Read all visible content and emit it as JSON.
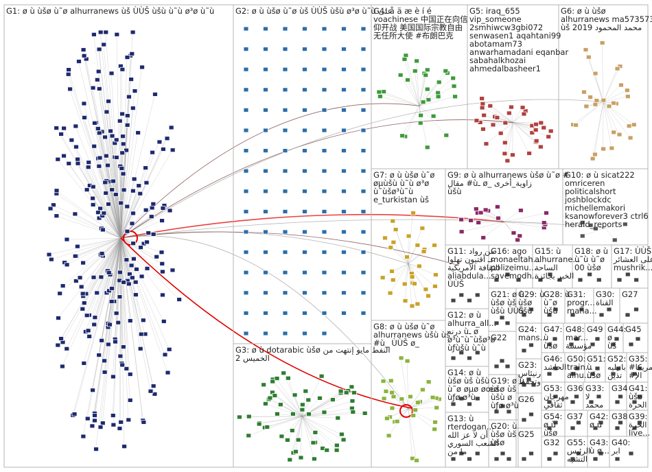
{
  "colors": {
    "background": "#ffffff",
    "panel_border": "#b4b4b4",
    "label_text": "#222222",
    "edge_default": "#9a9a9a",
    "edge_highlight": "#e00000",
    "edge_dark": "#6a2a2a"
  },
  "groups": [
    {
      "id": "G1",
      "label": "G1: ø ù ùšø ù˜ø alhurranews ùš ÙÙŠ ùšù ù˜ù ø³ø ù˜ù",
      "node_color": "#1e2a6e",
      "count": 260
    },
    {
      "id": "G2",
      "label": "G2: ø ù ùšø ù˜ø ùš ÙÙŠ ùšù ø³ø ù˜ù على",
      "node_color": "#2b6ea8",
      "count": 110
    },
    {
      "id": "G3",
      "label": "G3: ø ù dotarabic ùšø النفط مايو إنتهت من",
      "label2": "الخميس 2",
      "node_color": "#2f7d32",
      "count": 60
    },
    {
      "id": "G4",
      "label": "G4: å ä æ è í é",
      "label2": "voachinese 中国正在向信",
      "label3": "仰开战 美国国际宗教自由",
      "label4": "无任所大使 #布朗巴克",
      "node_color": "#3f9a3a",
      "count": 30
    },
    {
      "id": "G5",
      "label": "G5: iraq_655",
      "label2": "vip_someone",
      "label3": "2smhiwcw3gbi072",
      "label4": "senwasen1 aqahtani99",
      "label5": "abotamam73",
      "label6": "anwarhamadani eqanbar",
      "label7": "sabahalkhozai",
      "label8": "ahmedalbasheer1",
      "node_color": "#b0413e",
      "count": 35
    },
    {
      "id": "G6",
      "label": "G6: ø ù ùšø",
      "label2": "alhurranews ma573573",
      "label3": "ùš 2019 محمد المحمود",
      "node_color": "#c8a063",
      "count": 30
    },
    {
      "id": "G7",
      "label": "G7: ø ù ùšø ù˜ø",
      "label2": "øµùšù ù˜ù ø³ø",
      "label3": "ù˜ùšø³ù˜ù",
      "label4": "e_turkistan ùš",
      "node_color": "#c9a227",
      "count": 30
    },
    {
      "id": "G8",
      "label": "G8: ø ù ùšø ù˜ø",
      "label2": "alhurranews ùšù ùš",
      "label3": "#ù_ ÙÙŠ ø_",
      "node_color": "#8ab43c",
      "count": 30
    },
    {
      "id": "G9",
      "label": "G9: ø ù alhurranews ùšø ù˜ø #",
      "label2": "مقال #ùـ ø_ زاوية_أخرى",
      "label3": "ùšù",
      "node_color": "#8a2a66",
      "count": 20
    },
    {
      "id": "G10",
      "label": "G10: ø ù sicat222",
      "label2": "omriceren",
      "label3": "politicalshort",
      "label4": "joshblockdc",
      "label5": "michellemakori",
      "label6": "ksanowforever3 ctrl6",
      "label7": "herald_reports",
      "node_color": "#555555",
      "count": 6
    },
    {
      "id": "G11",
      "label": "G11: من رواد",
      "label2": "عـ أقتيون تهلوا",
      "label3": "الثقافة الأمريكية",
      "label4": "aliabdula...",
      "label5": "ÙÙŠ",
      "node_color": "#444444",
      "count": 4
    },
    {
      "id": "G12",
      "label": "G12: ø ù",
      "label2": "alhurra_all...",
      "label3": "درنه ùـ ø",
      "label4": "ø³ù˜ù˜ùšø³ø",
      "label5": "ùƒùšù ù˜ù",
      "node_color": "#444444",
      "count": 4
    },
    {
      "id": "G13",
      "label": "G13: ù",
      "label2": "rterdogan...",
      "label3": "أن لا عز الله",
      "label4": "الشعب السوري",
      "label5": "ما من",
      "node_color": "#444444",
      "count": 4
    },
    {
      "id": "G14",
      "label": "G14: ø ù",
      "label2": "ùšø ùš ùšù",
      "label3": "ù˜ø øµø øœø",
      "label4": "ùƒø ø³ù",
      "node_color": "#444444",
      "count": 4
    },
    {
      "id": "G15",
      "label": "G15: ù",
      "label2": "alhurrane...",
      "label3": "الساحة",
      "label4": "الخبر بجائزة",
      "node_color": "#444444",
      "count": 3
    },
    {
      "id": "G16",
      "label": "G16: ago",
      "label2": "monaeltah...",
      "label3": "polizeimu...",
      "label4": "savemodh...",
      "node_color": "#444444",
      "count": 3
    },
    {
      "id": "G17",
      "label": "G17: ÙÙŠ من أن",
      "label2": "على العشائر",
      "label3": "mushrik...",
      "node_color": "#444444",
      "count": 3
    },
    {
      "id": "G18",
      "label": "G18: ø ù",
      "label2": "ù˜ù ù˜ø",
      "label3": "00 ùšø",
      "node_color": "#444444",
      "count": 3
    },
    {
      "id": "G19",
      "label": "G19: ø ù",
      "label2": "ùšø ùš",
      "label3": "ùšù ø",
      "label4": "ùƒø ø³ù",
      "node_color": "#444444",
      "count": 3
    },
    {
      "id": "G20",
      "label": "G20: ù",
      "label2": "ùšø ùš",
      "label3": "ùšø",
      "node_color": "#444444",
      "count": 3
    },
    {
      "id": "G21",
      "label": "G21: ø ù",
      "label2": "ùšø ùš",
      "label3": "ùšù ÙÙŠ",
      "node_color": "#444444",
      "count": 3
    },
    {
      "id": "G22",
      "label": "G22",
      "node_color": "#444444",
      "count": 3
    },
    {
      "id": "G23",
      "label": "G23:",
      "label2": "رنيئاس",
      "label3": "وتحفظ",
      "node_color": "#444444",
      "count": 3
    },
    {
      "id": "G24",
      "label": "G24:",
      "label2": "mans...",
      "node_color": "#444444",
      "count": 2
    },
    {
      "id": "G25",
      "label": "G25",
      "node_color": "#444444",
      "count": 2
    },
    {
      "id": "G26",
      "label": "G26",
      "node_color": "#444444",
      "count": 2
    },
    {
      "id": "G27",
      "label": "G27",
      "node_color": "#444444",
      "count": 2
    },
    {
      "id": "G28",
      "label": "G28: ù",
      "label2": "ù˜ø",
      "label3": "ùšù",
      "node_color": "#444444",
      "count": 2
    },
    {
      "id": "G29",
      "label": "G29: ù",
      "label2": "ùšø",
      "label3": "ùšù",
      "node_color": "#444444",
      "count": 2
    },
    {
      "id": "G30",
      "label": "G30:",
      "label2": "القناة",
      "node_color": "#444444",
      "count": 2
    },
    {
      "id": "G31",
      "label": "G31:",
      "label2": "progr...",
      "label3": "mana...",
      "node_color": "#444444",
      "count": 2
    },
    {
      "id": "G32",
      "label": "G32",
      "node_color": "#444444",
      "count": 2
    },
    {
      "id": "G33",
      "label": "G33:",
      "label2": "لا",
      "label3": "محمد",
      "node_color": "#444444",
      "count": 2
    },
    {
      "id": "G34",
      "label": "G34",
      "node_color": "#444444",
      "count": 2
    },
    {
      "id": "G35",
      "label": "G35:",
      "label2": "#أمريكا",
      "label3": "#الإ",
      "node_color": "#444444",
      "count": 2
    },
    {
      "id": "G36",
      "label": "G36",
      "node_color": "#444444",
      "count": 2
    },
    {
      "id": "G37",
      "label": "G37",
      "node_color": "#444444",
      "count": 2
    },
    {
      "id": "G38",
      "label": "G38",
      "node_color": "#444444",
      "count": 2
    },
    {
      "id": "G39",
      "label": "G39:",
      "label2": "الحرة",
      "label3": "live...",
      "node_color": "#444444",
      "count": 2
    },
    {
      "id": "G40",
      "label": "G40:",
      "label2": "ابر",
      "node_color": "#444444",
      "count": 2
    },
    {
      "id": "G41",
      "label": "G41:",
      "label2": "ùšø",
      "label3": "الحرة",
      "node_color": "#444444",
      "count": 2
    },
    {
      "id": "G42",
      "label": "G42:",
      "label2": "ø ù",
      "node_color": "#444444",
      "count": 2
    },
    {
      "id": "G43",
      "label": "G43:",
      "label2": "ù ø...",
      "node_color": "#444444",
      "count": 2
    },
    {
      "id": "G44",
      "label": "G44:",
      "label2": "ø",
      "label3": "ùš",
      "node_color": "#444444",
      "count": 2
    },
    {
      "id": "G45",
      "label": "G45",
      "node_color": "#444444",
      "count": 2
    },
    {
      "id": "G46",
      "label": "G46:",
      "label2": "الحاشد",
      "node_color": "#444444",
      "count": 2
    },
    {
      "id": "G47",
      "label": "G47:",
      "label2": "ù",
      "label3": "ùšø",
      "node_color": "#444444",
      "count": 2
    },
    {
      "id": "G48",
      "label": "G48:",
      "label2": "mar...",
      "label3": "مؤسسة",
      "node_color": "#444444",
      "count": 2
    },
    {
      "id": "G49",
      "label": "G49",
      "node_color": "#444444",
      "count": 2
    },
    {
      "id": "G50",
      "label": "G50:",
      "label2": "train...",
      "label3": "alhu...",
      "node_color": "#444444",
      "count": 2
    },
    {
      "id": "G51",
      "label": "G51:",
      "label2": "ù",
      "label3": "ùšø",
      "node_color": "#444444",
      "count": 2
    },
    {
      "id": "G52",
      "label": "G52:",
      "label2": "بانيليه",
      "label3": "تذين",
      "node_color": "#444444",
      "count": 2
    },
    {
      "id": "G53",
      "label": "G53:",
      "label2": "مهرجان",
      "label3": "ثقافي",
      "node_color": "#444444",
      "count": 2
    },
    {
      "id": "G54",
      "label": "G54:",
      "label2": "ø ù",
      "label3": "ùšø",
      "node_color": "#444444",
      "count": 2
    },
    {
      "id": "G55",
      "label": "G55:",
      "label2": "الرئيس",
      "label3": "التشيه",
      "node_color": "#444444",
      "count": 2
    }
  ]
}
